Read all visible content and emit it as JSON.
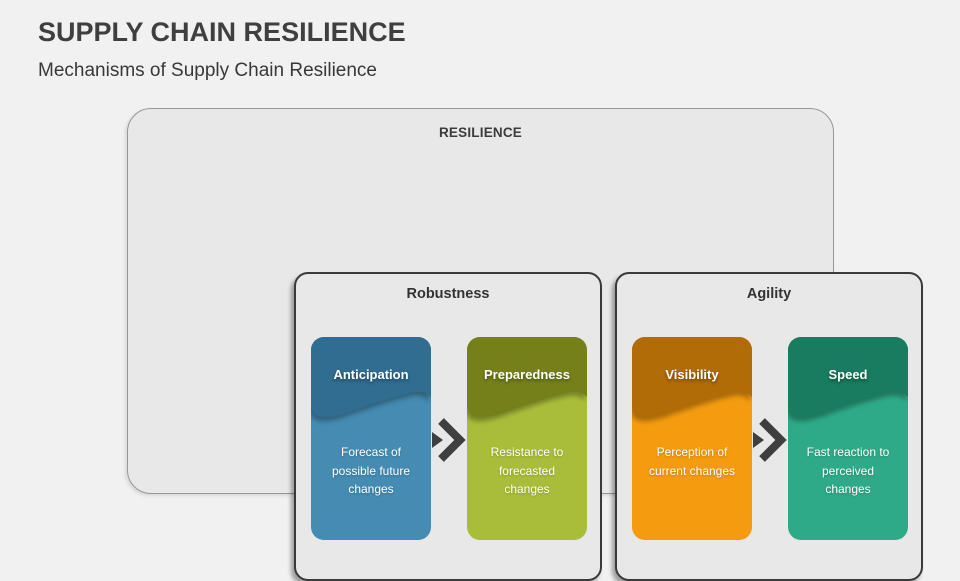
{
  "slide": {
    "title": "SUPPLY CHAIN RESILIENCE",
    "subtitle": "Mechanisms of Supply Chain Resilience"
  },
  "diagram": {
    "container_label": "RESILIENCE",
    "groups": [
      {
        "label": "Robustness",
        "arrow_icon": "double-chevron-right",
        "cards": [
          {
            "title": "Anticipation",
            "body": "Forecast of\npossible future\nchanges",
            "top_color": "#306d90",
            "bottom_color": "#458bb2"
          },
          {
            "title": "Preparedness",
            "body": "Resistance to\nforecasted\nchanges",
            "top_color": "#76801b",
            "bottom_color": "#aabd3a"
          }
        ]
      },
      {
        "label": "Agility",
        "arrow_icon": "double-chevron-right",
        "cards": [
          {
            "title": "Visibility",
            "body": "Perception of\ncurrent changes",
            "top_color": "#b16c08",
            "bottom_color": "#f49b10"
          },
          {
            "title": "Speed",
            "body": "Fast reaction to\nperceived\nchanges",
            "top_color": "#197b5f",
            "bottom_color": "#2faa88"
          }
        ]
      }
    ]
  },
  "colors": {
    "background": "#f1f1f2",
    "container_fill": "#e8e8e9",
    "container_border": "#979797",
    "group_border": "#3a3a3a",
    "arrow": "#3f3f3f",
    "heading_text": "#3f3f3f",
    "card_text": "#ffffff"
  }
}
